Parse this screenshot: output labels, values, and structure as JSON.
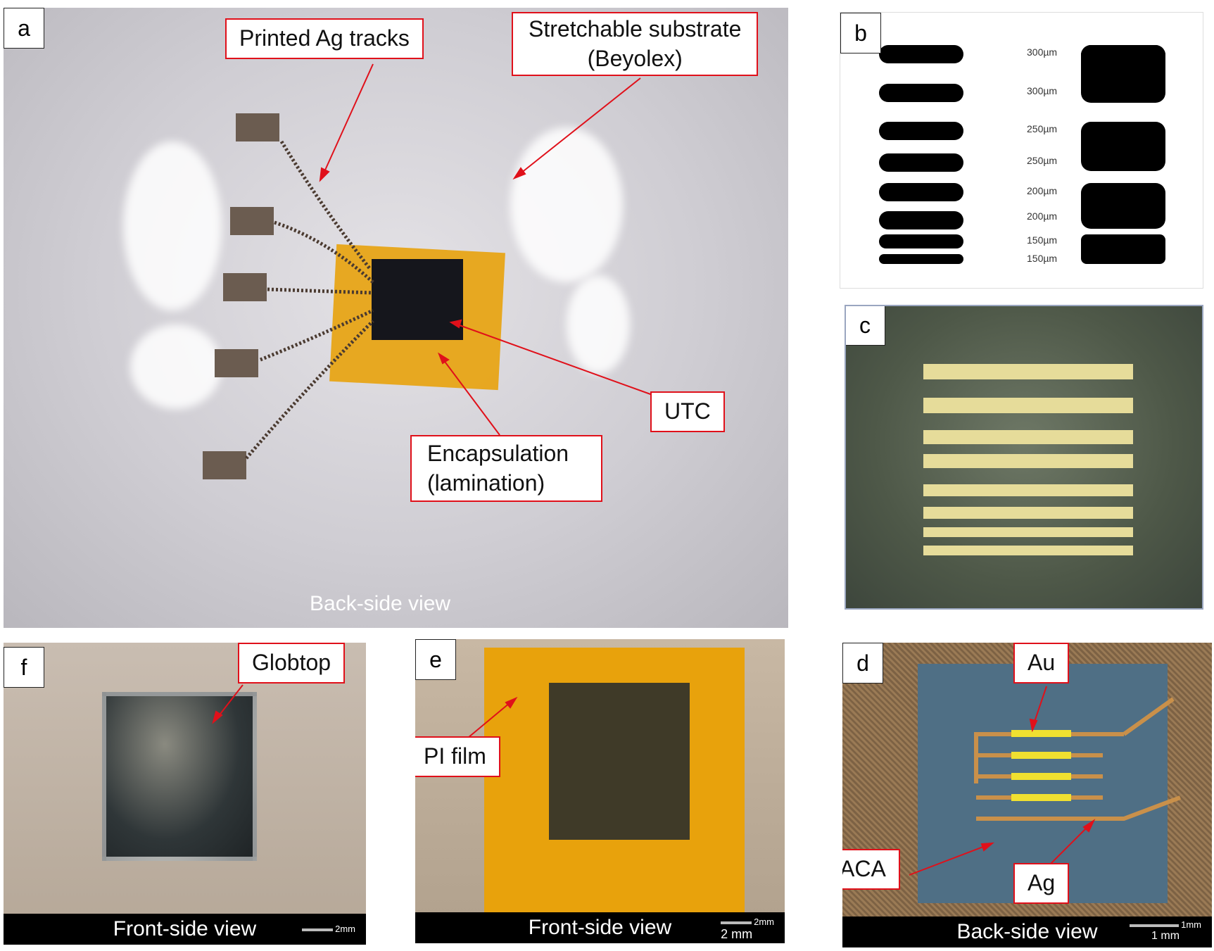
{
  "panels": {
    "a": {
      "label": "a",
      "callouts": {
        "tracks": "Printed Ag tracks",
        "substrate_line1": "Stretchable substrate",
        "substrate_line2": "(Beyolex)",
        "utc": "UTC",
        "encap_line1": "Encapsulation",
        "encap_line2": "(lamination)"
      },
      "caption": "Back-side view"
    },
    "b": {
      "label": "b",
      "spacings": [
        "300µm",
        "300µm",
        "250µm",
        "250µm",
        "200µm",
        "200µm",
        "150µm",
        "150µm"
      ]
    },
    "c": {
      "label": "c"
    },
    "d": {
      "label": "d",
      "callouts": {
        "au": "Au",
        "aca": "ACA",
        "ag": "Ag"
      },
      "caption": "Back-side view",
      "scale": "1 mm",
      "scale_small": "1mm"
    },
    "e": {
      "label": "e",
      "callouts": {
        "pi": "PI film"
      },
      "caption": "Front-side view",
      "scale": "2 mm",
      "scale_small": "2mm"
    },
    "f": {
      "label": "f",
      "callouts": {
        "globtop": "Globtop"
      },
      "caption": "Front-side view",
      "scale_small": "2mm"
    }
  },
  "colors": {
    "callout_border": "#e0101a",
    "kapton": "#e8a20c"
  }
}
